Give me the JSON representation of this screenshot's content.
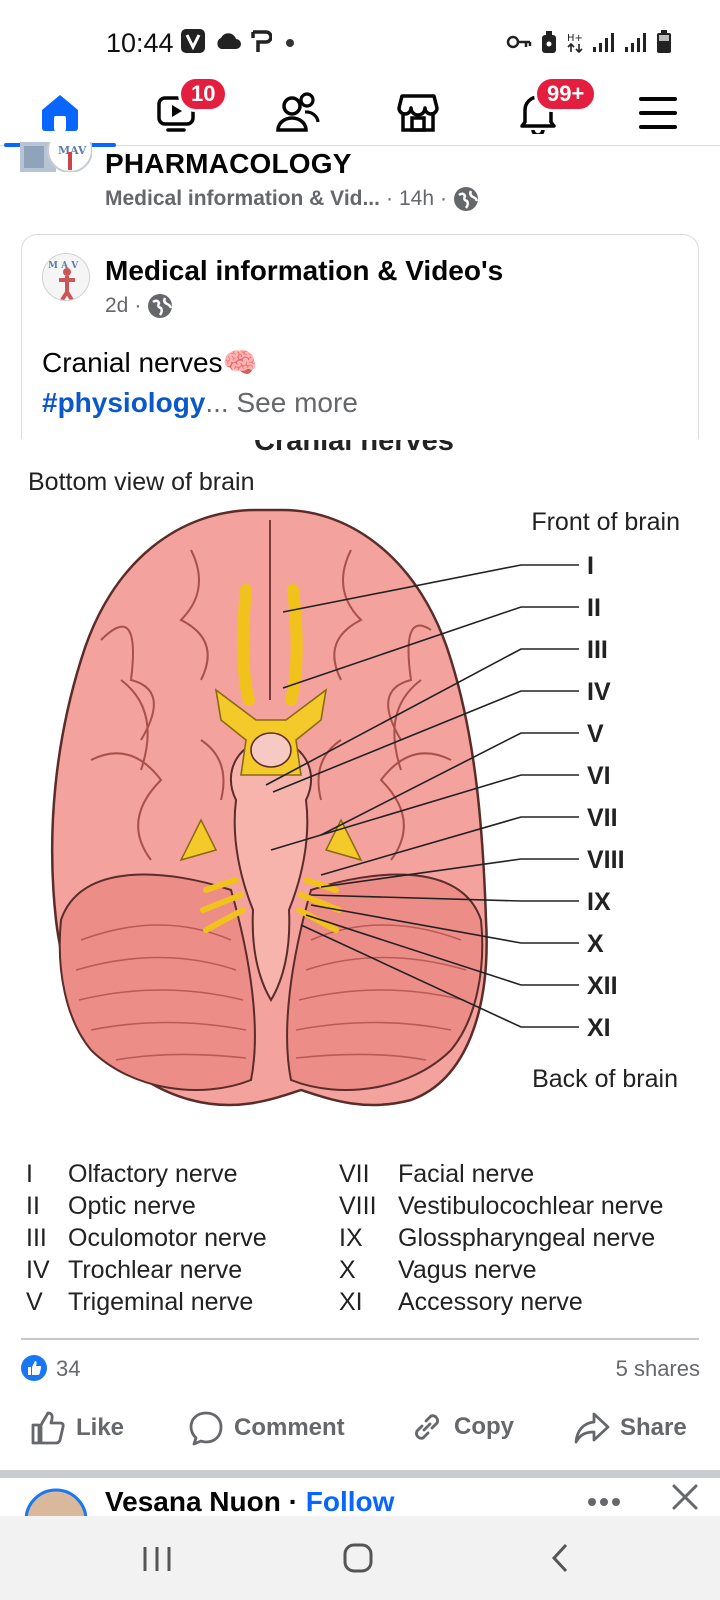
{
  "status_bar": {
    "time": "10:44"
  },
  "nav": {
    "video_badge": "10",
    "notifications_badge": "99+",
    "accent": "#0866ff",
    "badge_color": "#e41e3f"
  },
  "shared_post": {
    "title": "PHARMACOLOGY",
    "source": "Medical information & Vid...",
    "age": "14h"
  },
  "card": {
    "author": "Medical information & Video's",
    "age": "2d",
    "text": "Cranial nerves🧠",
    "hashtag": "#physiology",
    "ellipsis": "... ",
    "see_more": "See more"
  },
  "diagram": {
    "title": "Cranial nerves",
    "subtitle": "Bottom view of brain",
    "front_label": "Front of brain",
    "back_label": "Back of brain",
    "nerve_labels": [
      "I",
      "II",
      "III",
      "IV",
      "V",
      "VI",
      "VII",
      "VIII",
      "IX",
      "X",
      "XII",
      "XI"
    ],
    "legend_left": [
      {
        "num": "I",
        "name": "Olfactory nerve"
      },
      {
        "num": "II",
        "name": "Optic nerve"
      },
      {
        "num": "III",
        "name": "Oculomotor nerve"
      },
      {
        "num": "IV",
        "name": "Trochlear nerve"
      },
      {
        "num": "V",
        "name": "Trigeminal nerve"
      }
    ],
    "legend_right": [
      {
        "num": "VII",
        "name": "Facial nerve"
      },
      {
        "num": "VIII",
        "name": "Vestibulocochlear nerve"
      },
      {
        "num": "IX",
        "name": "Glosspharyngeal nerve"
      },
      {
        "num": "X",
        "name": "Vagus nerve"
      },
      {
        "num": "XI",
        "name": "Accessory nerve"
      }
    ]
  },
  "reactions": {
    "likes": "34",
    "shares": "5 shares"
  },
  "actions": {
    "like": "Like",
    "comment": "Comment",
    "copy": "Copy",
    "share": "Share"
  },
  "next_post": {
    "name": "Vesana Nuon",
    "separator": " · ",
    "follow": "Follow"
  }
}
